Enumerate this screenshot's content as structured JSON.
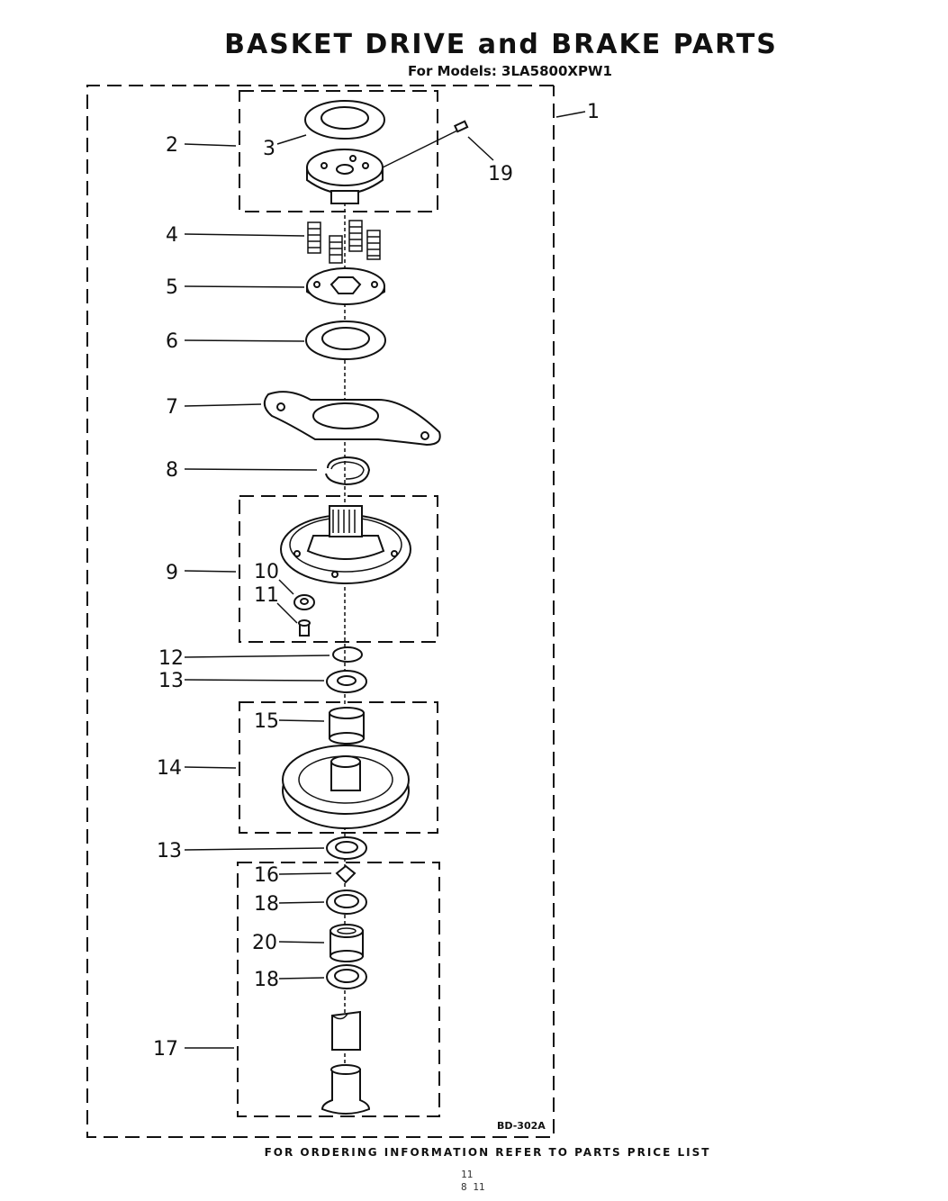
{
  "title": "BASKET DRIVE and BRAKE PARTS",
  "subtitle": "For Models: 3LA5800XPW1",
  "callouts": {
    "c1": "1",
    "c2": "2",
    "c3": "3",
    "c4": "4",
    "c5": "5",
    "c6": "6",
    "c7": "7",
    "c8": "8",
    "c9": "9",
    "c10": "10",
    "c11": "11",
    "c12": "12",
    "c13a": "13",
    "c14": "14",
    "c15": "15",
    "c13b": "13",
    "c16": "16",
    "c18a": "18",
    "c20": "20",
    "c18b": "18",
    "c17": "17",
    "c19": "19"
  },
  "diagram_code": "BD-302A",
  "footer": "FOR ORDERING INFORMATION REFER TO PARTS PRICE LIST",
  "page_mark": [
    "11",
    "8 11"
  ]
}
